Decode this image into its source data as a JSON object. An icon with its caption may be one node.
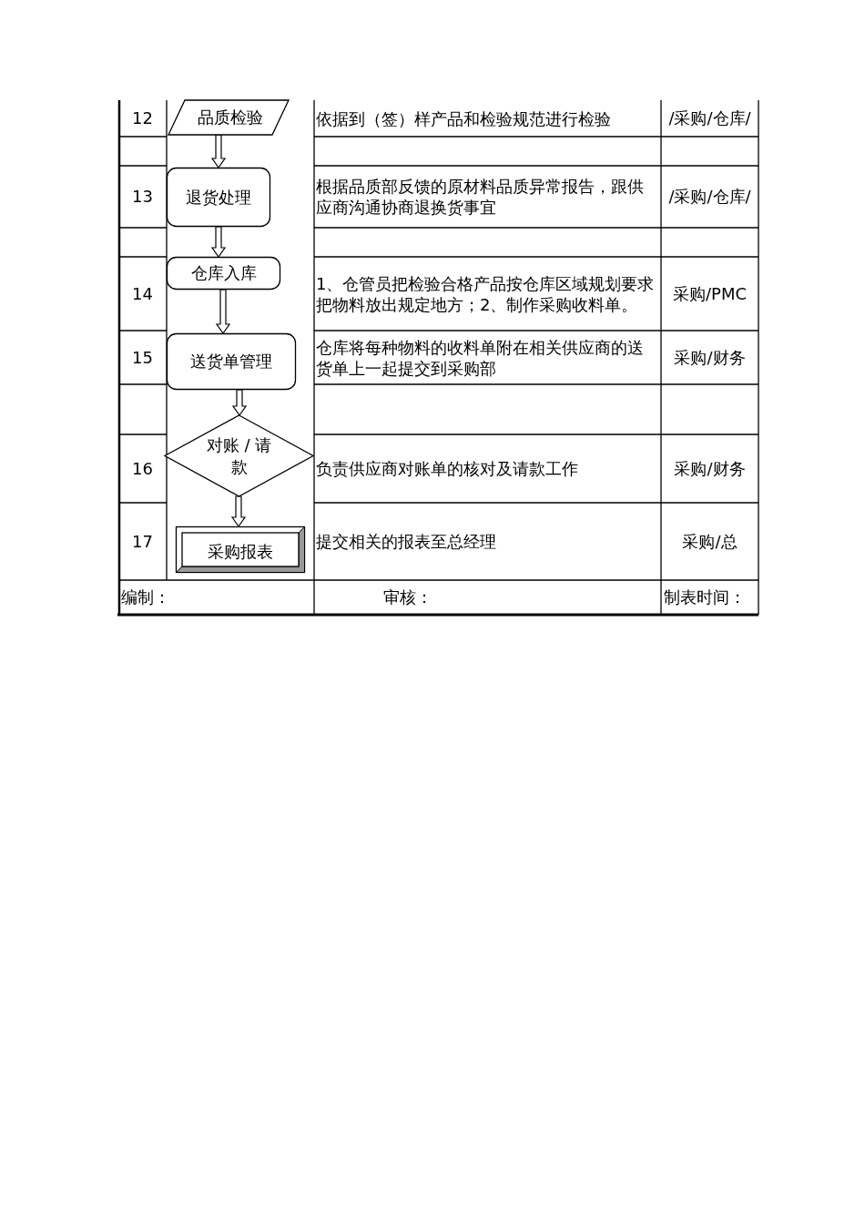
{
  "diagram": {
    "nodes": [
      {
        "text": [
          "品质检验"
        ]
      },
      {
        "text": [
          "退货处理"
        ]
      },
      {
        "text": [
          "仓库入库"
        ]
      },
      {
        "text": [
          "送货单管理"
        ]
      },
      {
        "text": [
          "对账 / 请款"
        ]
      },
      {
        "text": [
          "采购报表"
        ]
      }
    ],
    "edges": [
      {
        "from": 0,
        "to": 1,
        "arrow": "to"
      },
      {
        "from": 1,
        "to": 2,
        "arrow": "to"
      },
      {
        "from": 2,
        "to": 3,
        "arrow": "to"
      },
      {
        "from": 3,
        "to": 4,
        "arrow": "to"
      },
      {
        "from": 4,
        "to": 5,
        "arrow": "to"
      }
    ],
    "labels": [
      "12",
      "依据到（签）样产品和检验规范进行检验",
      "/采购/仓库/",
      "13",
      "根据品质部反馈的原材料品质异常报告，跟供应商沟通协商退换货事宜",
      "/采购/仓库/",
      "14",
      "1、仓管员把检验合格产品按仓库区域规划要求把物料放出规定地方；2、制作采购收料单。",
      "采购/PMC",
      "15",
      "仓库将每种物料的收料单附在相关供应商的送货单上一起提交到采购部",
      "采购/财务",
      "16",
      "负责供应商对账单的核对及请款工作",
      "采购/财务",
      "17",
      "提交相关的报表至总经理",
      "采购/总",
      "编制：",
      "审核：",
      "制表时间："
    ]
  }
}
